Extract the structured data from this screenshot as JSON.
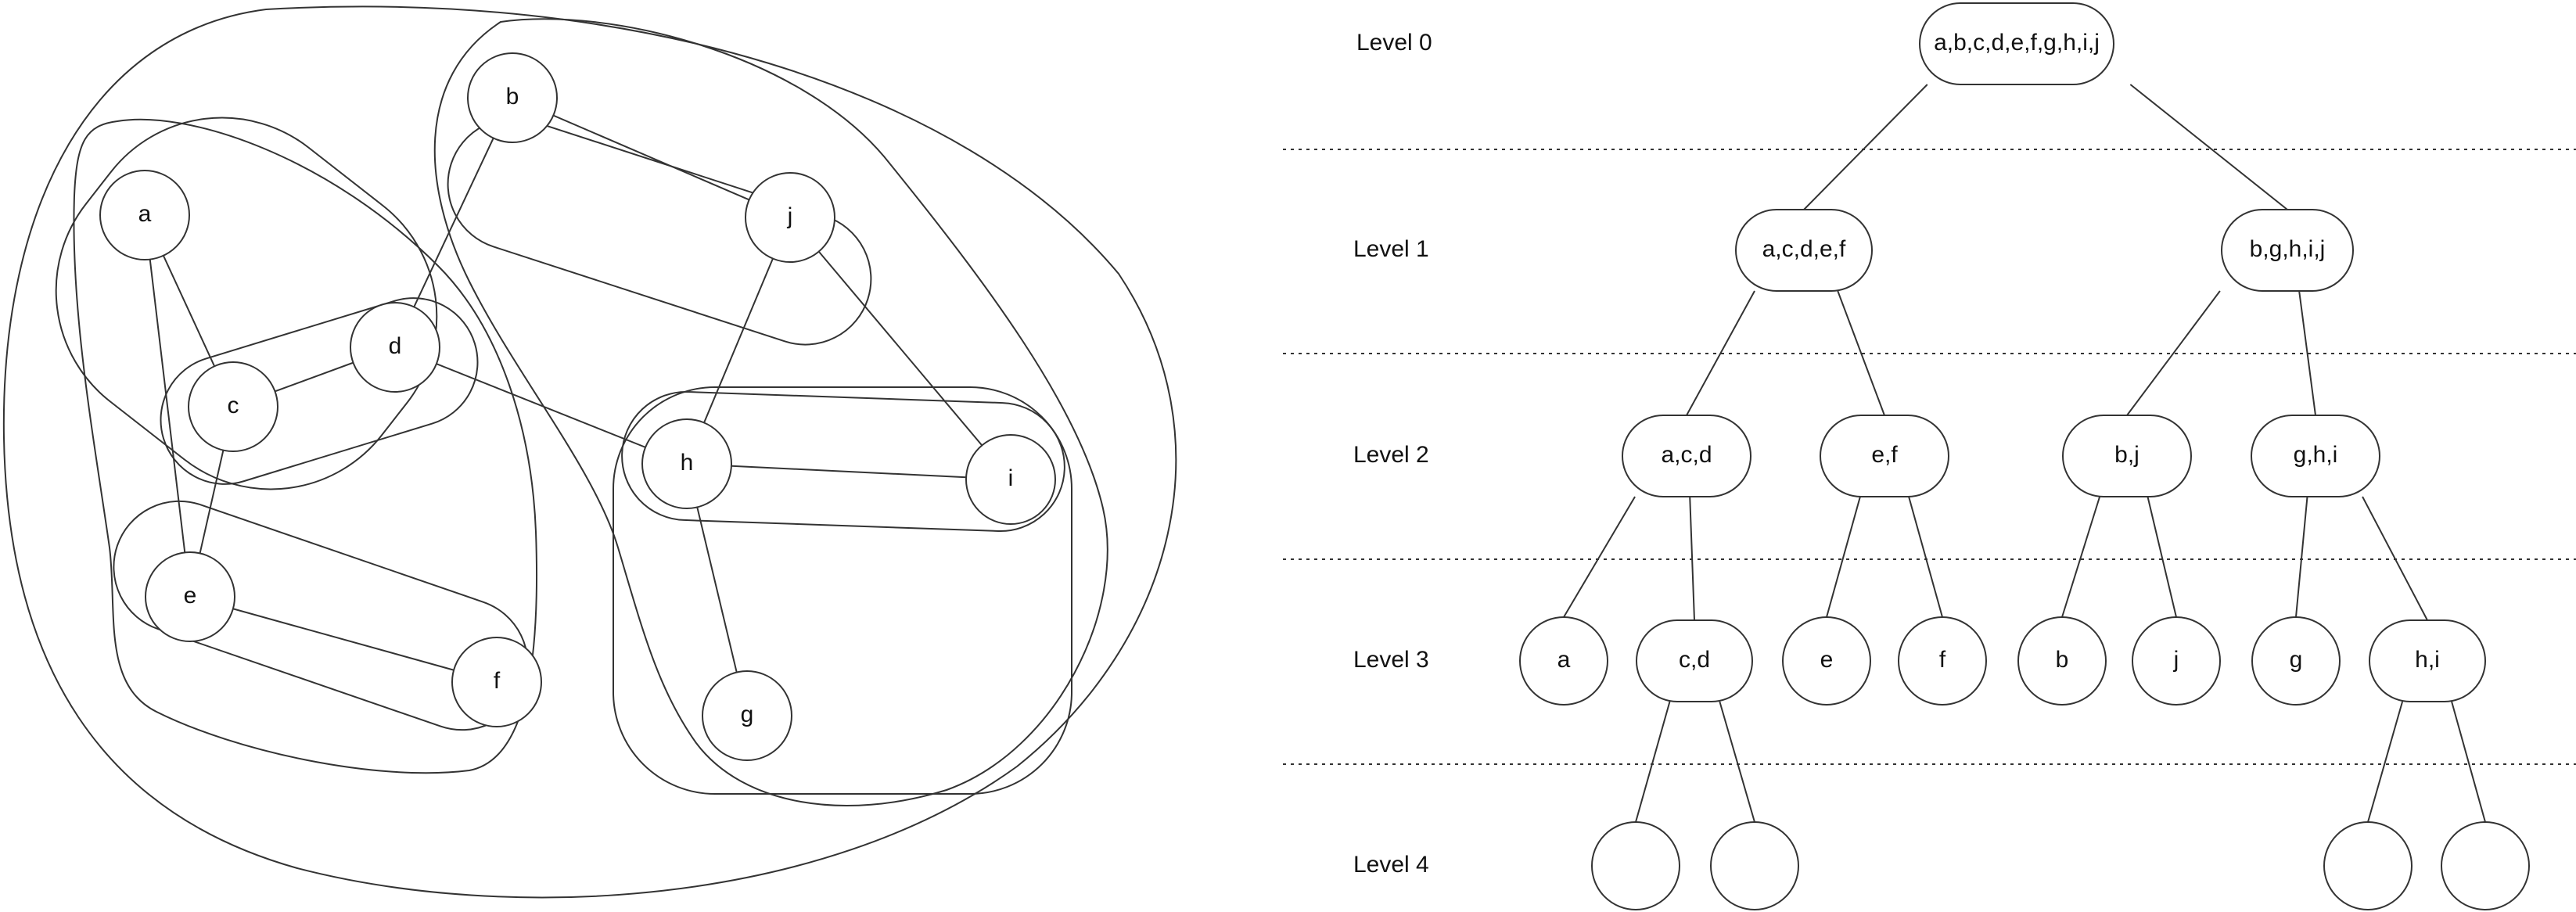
{
  "graph": {
    "nodes": [
      {
        "id": "a",
        "label": "a"
      },
      {
        "id": "b",
        "label": "b"
      },
      {
        "id": "c",
        "label": "c"
      },
      {
        "id": "d",
        "label": "d"
      },
      {
        "id": "e",
        "label": "e"
      },
      {
        "id": "f",
        "label": "f"
      },
      {
        "id": "g",
        "label": "g"
      },
      {
        "id": "h",
        "label": "h"
      },
      {
        "id": "i",
        "label": "i"
      },
      {
        "id": "j",
        "label": "j"
      }
    ],
    "edges": [
      [
        "a",
        "c"
      ],
      [
        "a",
        "e"
      ],
      [
        "c",
        "d"
      ],
      [
        "c",
        "e"
      ],
      [
        "e",
        "f"
      ],
      [
        "b",
        "d"
      ],
      [
        "b",
        "j"
      ],
      [
        "d",
        "h"
      ],
      [
        "j",
        "h"
      ],
      [
        "j",
        "i"
      ],
      [
        "h",
        "i"
      ],
      [
        "h",
        "g"
      ]
    ],
    "clusters": [
      {
        "members": "a,b,c,d,e,f,g,h,i,j"
      },
      {
        "members": "a,c,d,e,f"
      },
      {
        "members": "b,g,h,i,j"
      },
      {
        "members": "a,c,d"
      },
      {
        "members": "e,f"
      },
      {
        "members": "b,j"
      },
      {
        "members": "g,h,i"
      },
      {
        "members": "c,d"
      },
      {
        "members": "h,i"
      }
    ]
  },
  "tree": {
    "levels": [
      {
        "label": "Level 0"
      },
      {
        "label": "Level 1"
      },
      {
        "label": "Level 2"
      },
      {
        "label": "Level 3"
      },
      {
        "label": "Level 4"
      }
    ],
    "nodes": [
      {
        "id": "L0",
        "label": "a,b,c,d,e,f,g,h,i,j",
        "level": 0
      },
      {
        "id": "L1a",
        "label": "a,c,d,e,f",
        "level": 1,
        "parent": "L0"
      },
      {
        "id": "L1b",
        "label": "b,g,h,i,j",
        "level": 1,
        "parent": "L0"
      },
      {
        "id": "L2a",
        "label": "a,c,d",
        "level": 2,
        "parent": "L1a"
      },
      {
        "id": "L2b",
        "label": "e,f",
        "level": 2,
        "parent": "L1a"
      },
      {
        "id": "L2c",
        "label": "b,j",
        "level": 2,
        "parent": "L1b"
      },
      {
        "id": "L2d",
        "label": "g,h,i",
        "level": 2,
        "parent": "L1b"
      },
      {
        "id": "L3a",
        "label": "a",
        "level": 3,
        "parent": "L2a"
      },
      {
        "id": "L3b",
        "label": "c,d",
        "level": 3,
        "parent": "L2a"
      },
      {
        "id": "L3c",
        "label": "e",
        "level": 3,
        "parent": "L2b"
      },
      {
        "id": "L3d",
        "label": "f",
        "level": 3,
        "parent": "L2b"
      },
      {
        "id": "L3e",
        "label": "b",
        "level": 3,
        "parent": "L2c"
      },
      {
        "id": "L3f",
        "label": "j",
        "level": 3,
        "parent": "L2c"
      },
      {
        "id": "L3g",
        "label": "g",
        "level": 3,
        "parent": "L2d"
      },
      {
        "id": "L3h",
        "label": "h,i",
        "level": 3,
        "parent": "L2d"
      },
      {
        "id": "L4a",
        "label": "",
        "level": 4,
        "parent": "L3b"
      },
      {
        "id": "L4b",
        "label": "",
        "level": 4,
        "parent": "L3b"
      },
      {
        "id": "L4c",
        "label": "",
        "level": 4,
        "parent": "L3h"
      },
      {
        "id": "L4d",
        "label": "",
        "level": 4,
        "parent": "L3h"
      }
    ]
  }
}
